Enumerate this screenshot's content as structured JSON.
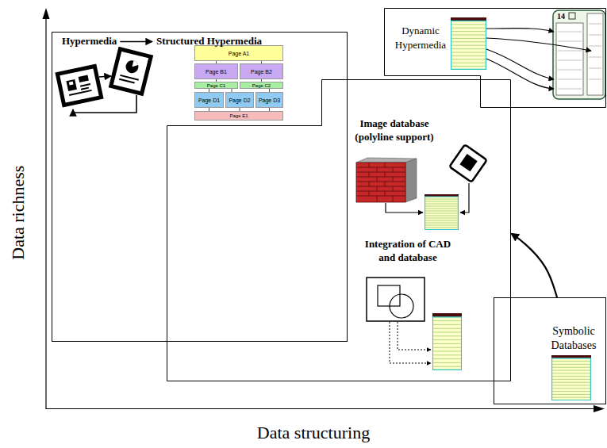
{
  "diagram": {
    "nodes": [
      {
        "text": [
          "Hypermedia",
          "Structured Hypermedia"
        ]
      },
      {
        "text": [
          "Page A1"
        ],
        "in": 0
      },
      {
        "text": [
          "Page B1"
        ],
        "in": 0
      },
      {
        "text": [
          "Page B2"
        ],
        "in": 0
      },
      {
        "text": [
          "Page C1"
        ],
        "in": 0
      },
      {
        "text": [
          "Page C2"
        ],
        "in": 0
      },
      {
        "text": [
          "Page D1"
        ],
        "in": 0
      },
      {
        "text": [
          "Page D2"
        ],
        "in": 0
      },
      {
        "text": [
          "Page D3"
        ],
        "in": 0
      },
      {
        "text": [
          "Page E1"
        ],
        "in": 0
      },
      {
        "text": [
          "Dynamic Hypermedia"
        ]
      },
      {
        "text": [
          "Image database (polyline support)",
          "Integration of CAD and database"
        ]
      },
      {
        "text": [
          "Symbolic Databases"
        ]
      }
    ],
    "edges": [
      {
        "from": 1,
        "to": 2,
        "arrow": "none"
      },
      {
        "from": 1,
        "to": 3,
        "arrow": "none"
      },
      {
        "from": 2,
        "to": 4,
        "arrow": "none"
      },
      {
        "from": 3,
        "to": 5,
        "arrow": "none"
      },
      {
        "from": 4,
        "to": 6,
        "arrow": "none"
      },
      {
        "from": 4,
        "to": 7,
        "arrow": "none"
      },
      {
        "from": 5,
        "to": 8,
        "arrow": "none"
      },
      {
        "from": 6,
        "to": 9,
        "arrow": "none"
      },
      {
        "from": 7,
        "to": 9,
        "arrow": "none"
      },
      {
        "from": 8,
        "to": 9,
        "arrow": "none"
      },
      {
        "from": 12,
        "to": 11,
        "arrow": "to"
      }
    ],
    "labels": [
      "14",
      "Data richness",
      "Data structuring"
    ]
  }
}
